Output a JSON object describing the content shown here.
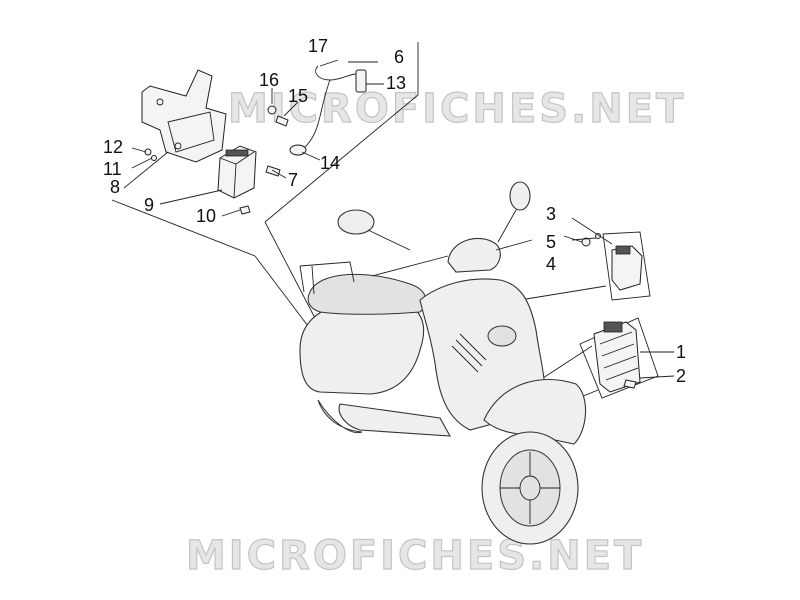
{
  "watermark": {
    "top": "MICROFICHES.NET",
    "bottom": "MICROFICHES.NET"
  },
  "callouts": {
    "n1": "1",
    "n2": "2",
    "n3": "3",
    "n4": "4",
    "n5": "5",
    "n6": "6",
    "n7": "7",
    "n8": "8",
    "n9": "9",
    "n10": "10",
    "n11": "11",
    "n12": "12",
    "n13": "13",
    "n14": "14",
    "n15": "15",
    "n16": "16",
    "n17": "17"
  }
}
